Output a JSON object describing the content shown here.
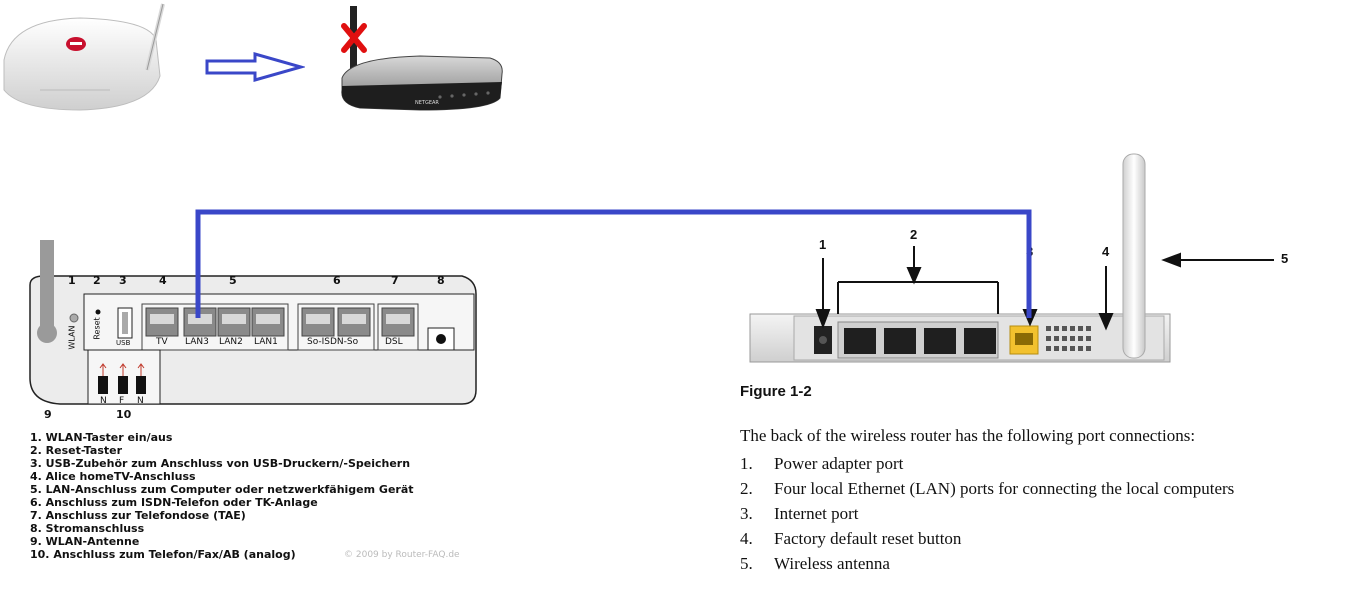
{
  "top_router_old": {
    "icon": "router-white-icon"
  },
  "top_arrow": {
    "icon": "arrow-right-icon"
  },
  "top_router_new": {
    "icon": "router-netgear-crossed-icon",
    "brand": "NETGEAR"
  },
  "left_router": {
    "numbers": [
      "1",
      "2",
      "3",
      "4",
      "5",
      "6",
      "7",
      "8",
      "9",
      "10"
    ],
    "side_labels": {
      "wlan": "WLAN",
      "reset": "Reset",
      "usb": "USB"
    },
    "port_labels": [
      "TV",
      "LAN3",
      "LAN2",
      "LAN1",
      "So-ISDN-So",
      "DSL"
    ],
    "phone_labels": [
      "N",
      "F",
      "N"
    ],
    "legend": [
      "1. WLAN-Taster ein/aus",
      "2. Reset-Taster",
      "3. USB-Zubehör zum Anschluss von USB-Druckern/-Speichern",
      "4. Alice homeTV-Anschluss",
      "5. LAN-Anschluss zum Computer oder netzwerkfähigem Gerät",
      "6. Anschluss zum ISDN-Telefon oder TK-Anlage",
      "7. Anschluss zur Telefondose (TAE)",
      "8. Stromanschluss",
      "9. WLAN-Antenne",
      "10. Anschluss zum Telefon/Fax/AB (analog)"
    ],
    "copyright": "© 2009 by Router-FAQ.de"
  },
  "right_router": {
    "callouts": [
      "1",
      "2",
      "3",
      "4",
      "5"
    ],
    "figure_title": "Figure 1-2",
    "intro": "The back of the wireless router has the following port connections:",
    "items": [
      {
        "num": "1.",
        "text": "Power adapter port"
      },
      {
        "num": "2.",
        "text": "Four local Ethernet (LAN) ports for connecting the local computers"
      },
      {
        "num": "3.",
        "text": "Internet port"
      },
      {
        "num": "4.",
        "text": "Factory default reset button"
      },
      {
        "num": "5.",
        "text": "Wireless antenna"
      }
    ]
  },
  "colors": {
    "cable": "#3a47c8",
    "internet_port": "#f2c12e",
    "cross": "#e01010"
  }
}
